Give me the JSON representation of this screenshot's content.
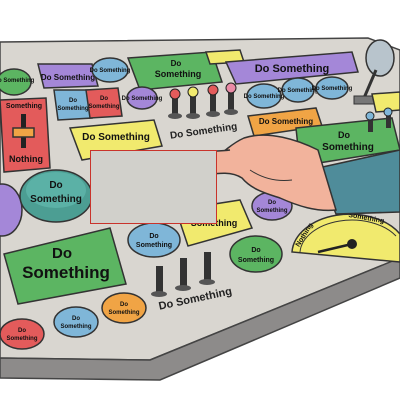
{
  "labels": {
    "do_something": "Do Something",
    "do": "Do",
    "something": "Something",
    "nothing": "Nothing",
    "gauge_top": "Something",
    "gauge_side": "Nothing"
  },
  "colors": {
    "background": "#ffffff",
    "board_top": "#d9d6d0",
    "board_side": "#8d8b8a",
    "blue": "#7fb6d8",
    "green": "#5cb562",
    "teal": "#4c9e93",
    "purple": "#a487d8",
    "red": "#e35b5b",
    "yellow": "#f1ea6e",
    "orange": "#f0a445",
    "pink": "#ea8ba6",
    "skin": "#f2b39c",
    "sleeve": "#4f8c9a",
    "placeholder": "#d1d0cb",
    "placeholder_border": "#c9332b"
  }
}
